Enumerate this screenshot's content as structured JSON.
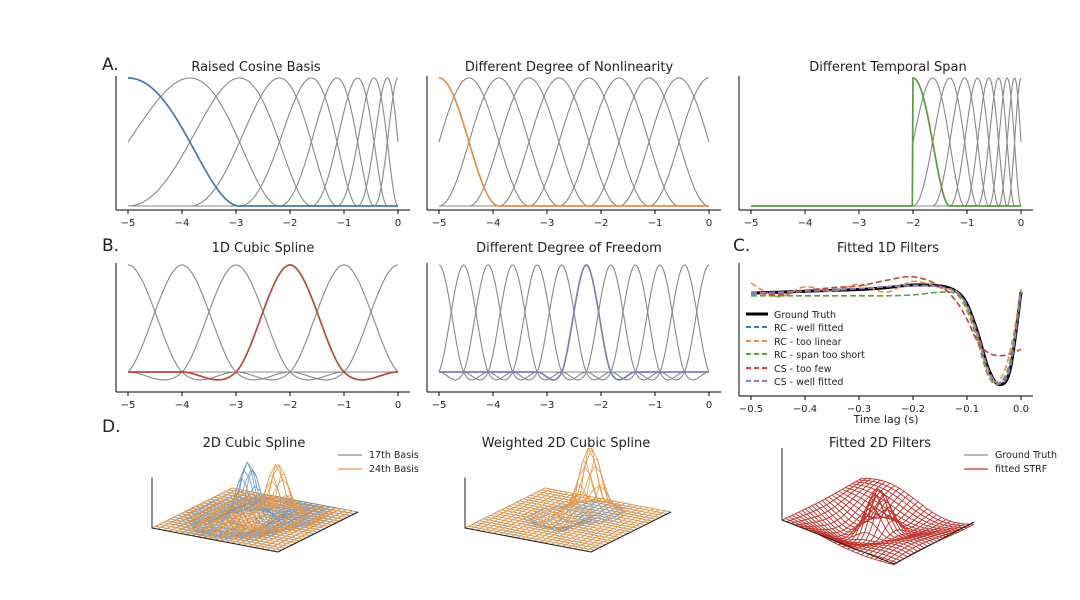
{
  "figure": {
    "letters": [
      "A.",
      "B.",
      "C.",
      "D."
    ]
  },
  "chart_data": [
    {
      "id": "a1",
      "type": "line",
      "title": "Raised Cosine Basis",
      "xlim": [
        -5,
        0
      ],
      "xticks": [
        "−5",
        "−4",
        "−3",
        "−2",
        "−1",
        "0"
      ],
      "ylim": [
        0,
        1
      ],
      "basis": "raised-cosine",
      "n_basis": 10,
      "nonlinearity": 0.8,
      "span": 5,
      "highlight_index": 0,
      "highlight_color": "#4878a8",
      "base_color": "#888888"
    },
    {
      "id": "a2",
      "type": "line",
      "title": "Different Degree of Nonlinearity",
      "xlim": [
        -5,
        0
      ],
      "xticks": [
        "−5",
        "−4",
        "−3",
        "−2",
        "−1",
        "0"
      ],
      "ylim": [
        0,
        1
      ],
      "basis": "raised-cosine",
      "n_basis": 10,
      "nonlinearity": 0.0,
      "span": 5,
      "highlight_index": 0,
      "highlight_color": "#e0904a",
      "base_color": "#888888"
    },
    {
      "id": "a3",
      "type": "line",
      "title": "Different Temporal Span",
      "xlim": [
        -5,
        0
      ],
      "xticks": [
        "−5",
        "−4",
        "−3",
        "−2",
        "−1",
        "0"
      ],
      "ylim": [
        0,
        1
      ],
      "basis": "raised-cosine",
      "n_basis": 10,
      "nonlinearity": 0.8,
      "span": 2,
      "highlight_index": 0,
      "highlight_color": "#5a9a45",
      "base_color": "#888888"
    },
    {
      "id": "b1",
      "type": "line",
      "title": "1D Cubic Spline",
      "xlim": [
        -5,
        0
      ],
      "xticks": [
        "−5",
        "−4",
        "−3",
        "−2",
        "−1",
        "0"
      ],
      "ylim": [
        -0.15,
        1
      ],
      "basis": "cubic-spline",
      "n_basis": 6,
      "highlight_index": 3,
      "highlight_color": "#b84a3a",
      "base_color": "#888888"
    },
    {
      "id": "b2",
      "type": "line",
      "title": "Different Degree of Freedom",
      "xlim": [
        -5,
        0
      ],
      "xticks": [
        "−5",
        "−4",
        "−3",
        "−2",
        "−1",
        "0"
      ],
      "ylim": [
        -0.15,
        1
      ],
      "basis": "cubic-spline",
      "n_basis": 12,
      "highlight_index": 6,
      "highlight_color": "#7a7fb8",
      "base_color": "#888888"
    },
    {
      "id": "c",
      "type": "line",
      "title": "Fitted 1D Filters",
      "xlabel": "Time lag (s)",
      "xlim": [
        -0.5,
        0
      ],
      "xticks": [
        "−0.5",
        "−0.4",
        "−0.3",
        "−0.2",
        "−0.1",
        "0.0"
      ],
      "ylim": [
        -1.05,
        0.35
      ],
      "legend": "left",
      "x": [
        -0.5,
        -0.45,
        -0.4,
        -0.35,
        -0.3,
        -0.25,
        -0.2,
        -0.15,
        -0.12,
        -0.1,
        -0.08,
        -0.06,
        -0.04,
        -0.02,
        0.0
      ],
      "series": [
        {
          "name": "Ground Truth",
          "color": "#000000",
          "dash": false,
          "values": [
            0.04,
            0.05,
            0.06,
            0.07,
            0.08,
            0.1,
            0.13,
            0.12,
            0.06,
            -0.08,
            -0.4,
            -0.8,
            -0.97,
            -0.8,
            0.05
          ]
        },
        {
          "name": "RC - well fitted",
          "color": "#4a78b5",
          "dash": true,
          "values": [
            0.03,
            0.04,
            0.06,
            0.08,
            0.09,
            0.11,
            0.13,
            0.11,
            0.05,
            -0.1,
            -0.42,
            -0.82,
            -0.95,
            -0.75,
            0.06
          ]
        },
        {
          "name": "RC - too linear",
          "color": "#e49050",
          "dash": true,
          "values": [
            0.15,
            0.0,
            0.11,
            0.06,
            0.14,
            0.05,
            0.17,
            0.1,
            0.06,
            -0.12,
            -0.45,
            -0.85,
            -0.92,
            -0.6,
            0.08
          ]
        },
        {
          "name": "RC - span too short",
          "color": "#5aa048",
          "dash": true,
          "values": [
            0.01,
            0.01,
            0.01,
            0.01,
            0.01,
            0.01,
            0.02,
            0.05,
            0.03,
            -0.15,
            -0.5,
            -0.88,
            -0.96,
            -0.7,
            0.05
          ]
        },
        {
          "name": "CS - too few",
          "color": "#c0473a",
          "dash": true,
          "values": [
            0.05,
            0.02,
            0.07,
            0.1,
            0.12,
            0.18,
            0.22,
            0.12,
            -0.05,
            -0.25,
            -0.5,
            -0.62,
            -0.65,
            -0.63,
            -0.58
          ]
        },
        {
          "name": "CS - well fitted",
          "color": "#9a7bb5",
          "dash": true,
          "values": [
            0.04,
            0.05,
            0.06,
            0.07,
            0.09,
            0.11,
            0.12,
            0.11,
            0.05,
            -0.09,
            -0.41,
            -0.81,
            -0.96,
            -0.78,
            0.04
          ]
        }
      ]
    },
    {
      "id": "d1",
      "type": "surface",
      "title": "2D Cubic Spline",
      "series": [
        {
          "name": "17th Basis",
          "color": "#6d9ac8"
        },
        {
          "name": "24th Basis",
          "color": "#e69a4c"
        }
      ]
    },
    {
      "id": "d2",
      "type": "surface",
      "title": "Weighted 2D Cubic Spline"
    },
    {
      "id": "d3",
      "type": "surface",
      "title": "Fitted 2D Filters",
      "series": [
        {
          "name": "Ground Truth",
          "color": "#888888"
        },
        {
          "name": "fitted STRF",
          "color": "#c0332c"
        }
      ]
    }
  ]
}
